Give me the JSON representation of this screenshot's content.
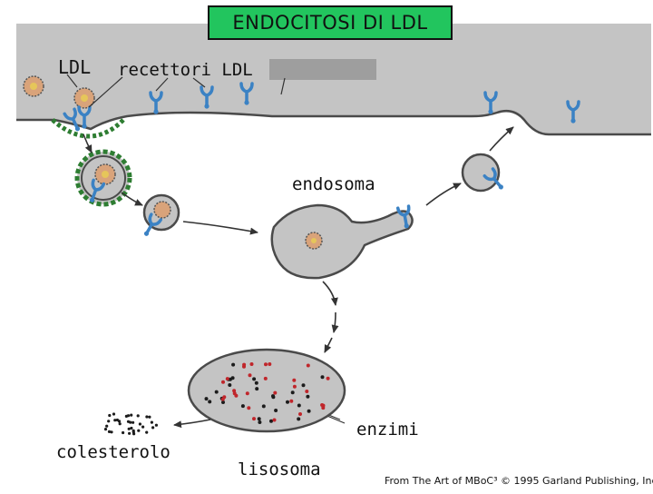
{
  "title": "ENDOCITOSI DI LDL",
  "labels": {
    "ldl": "LDL",
    "receptors": "recettori LDL",
    "endosome": "endosoma",
    "cholesterol": "colesterolo",
    "lysosome": "lisosoma",
    "enzymes": "enzimi"
  },
  "credit": "From The Art of MBoC³ © 1995 Garland Publishing, Inc.",
  "colors": {
    "title_bg": "#22c55e",
    "membrane": "#c4c4c4",
    "membrane_edge": "#4a4a4a",
    "receptor": "#3b82c4",
    "clathrin": "#2e7d32",
    "enzyme_red": "#c0262b",
    "dot_dark": "#1c1c1c"
  },
  "icons": [
    "ldl-particle-icon",
    "ldl-receptor-icon",
    "clathrin-coat-icon",
    "arrow-icon"
  ]
}
